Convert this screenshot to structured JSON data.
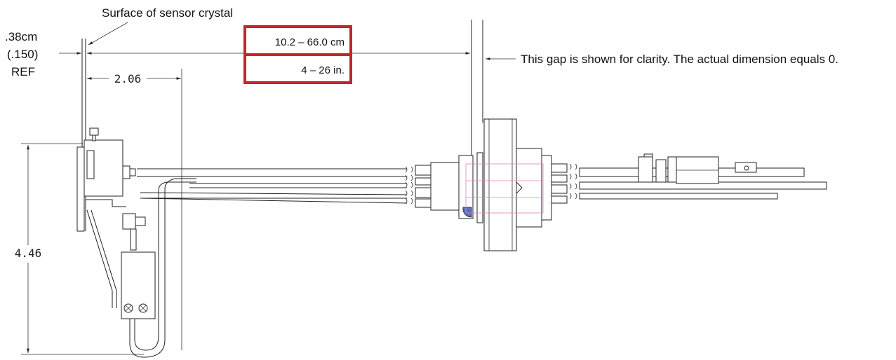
{
  "labels": {
    "surface": "Surface of sensor crystal",
    "ref_cm": ".38cm",
    "ref_in": "(.150)",
    "ref_word": "REF",
    "range_cm": "10.2 – 66.0 cm",
    "range_in": "4 – 26 in.",
    "gap_note": "This gap is shown for clarity. The actual dimension equals 0.",
    "dim_206": "2.06",
    "dim_446": "4.46"
  },
  "colors": {
    "highlight_box": "#c0272d",
    "hidden_lines": "#e080c8",
    "seal_fill": "#5a6fc0"
  }
}
